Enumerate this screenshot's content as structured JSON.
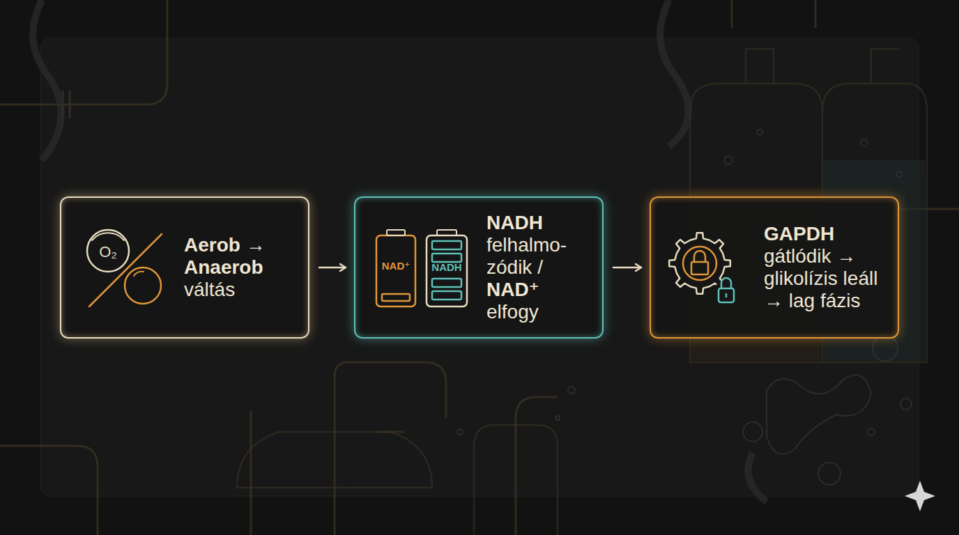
{
  "diagram": {
    "nodes": [
      {
        "text": [
          "Aerob →",
          "Anaerob",
          "váltás"
        ]
      },
      {
        "text": [
          "NADH",
          "felhalmo­zódik /",
          "NAD⁺",
          "elfogy"
        ]
      },
      {
        "text": [
          "GAPDH",
          "gátlódik → glikolízis leáll → lag fázis"
        ]
      }
    ],
    "edges": [
      {
        "from": 0,
        "to": 1,
        "arrow": "to"
      },
      {
        "from": 1,
        "to": 2,
        "arrow": "to"
      }
    ],
    "labels": [
      "O₂",
      "NAD⁺",
      "NADH"
    ]
  }
}
